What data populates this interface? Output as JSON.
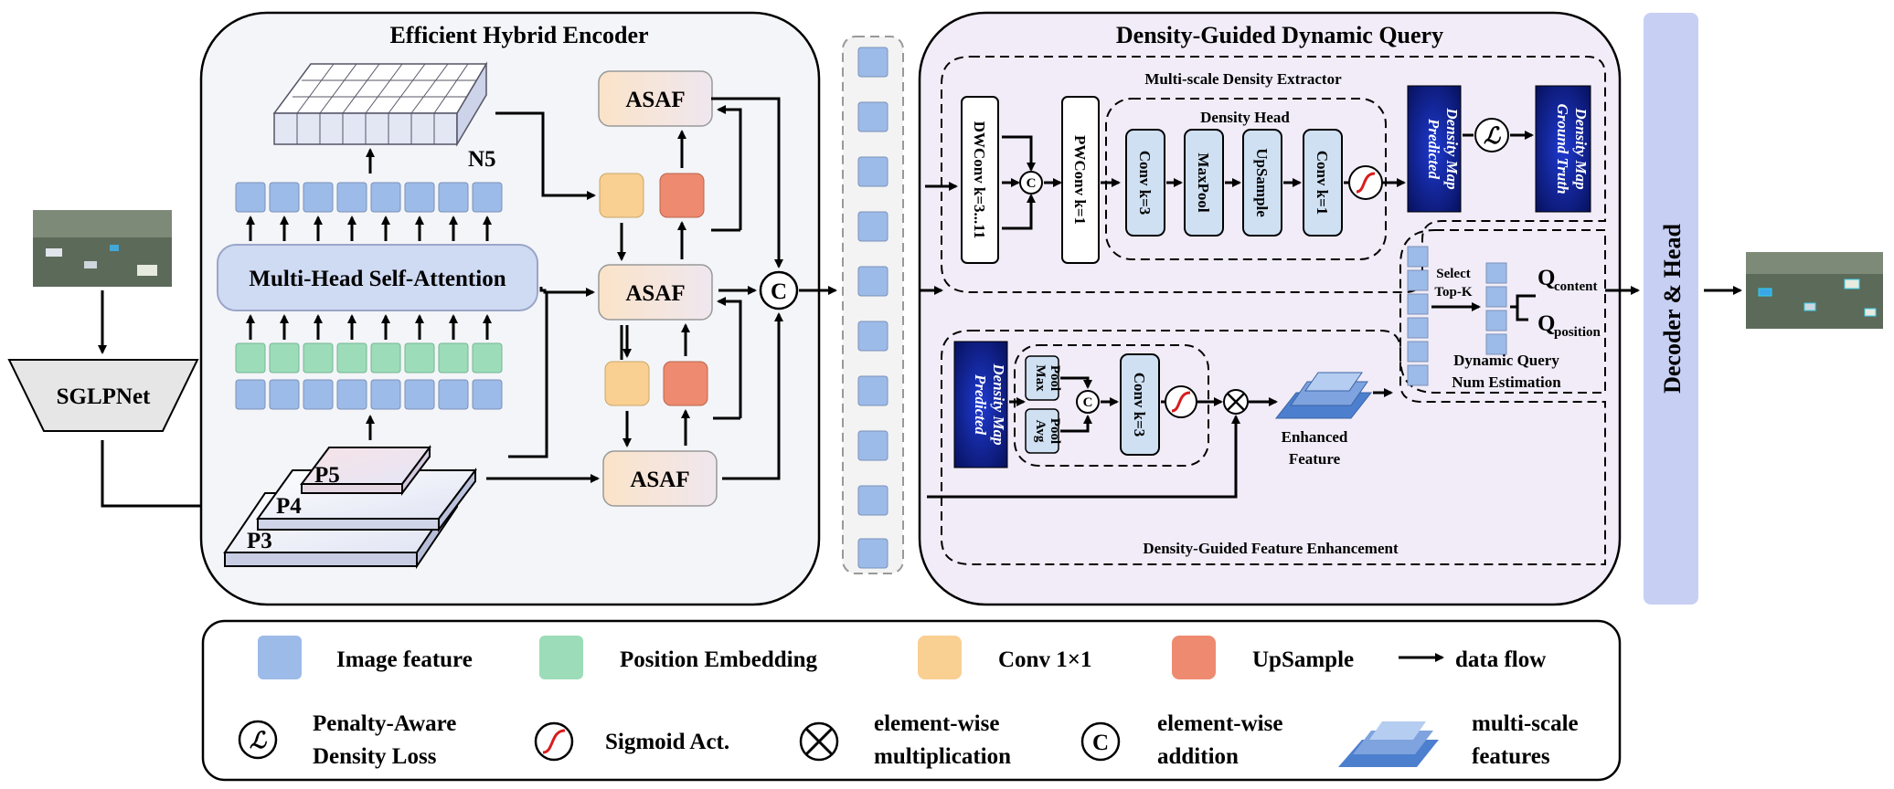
{
  "encoder": {
    "title": "Efficient Hybrid Encoder",
    "mhsa": "Multi-Head Self-Attention",
    "n5": "N5",
    "p5": "P5",
    "p4": "P4",
    "p3": "P3",
    "asaf": "ASAF"
  },
  "backbone": {
    "label": "SGLPNet"
  },
  "dgdq": {
    "title": "Density-Guided Dynamic Query",
    "msde_title": "Multi-scale Density Extractor",
    "dwconv": "DWConv k=3...11",
    "pwconv": "PWConv k=1",
    "density_head": "Density Head",
    "conv_k3": "Conv k=3",
    "maxpool": "MaxPool",
    "upsample": "UpSample",
    "conv_k1": "Conv k=1",
    "pred_density_l1": "Predicted",
    "pred_density_l2": "Density Map",
    "gt_density_l1": "Ground Truth",
    "gt_density_l2": "Density Map",
    "select_l1": "Select",
    "select_l2": "Top-K",
    "q_content": "Q",
    "q_content_sub": "content",
    "q_position": "Q",
    "q_position_sub": "position",
    "dqne_l1": "Dynamic Query",
    "dqne_l2": "Num Estimation",
    "max_pool_l1": "Max",
    "max_pool_l2": "Pool",
    "avg_pool_l1": "Avg",
    "avg_pool_l2": "Pool",
    "conv_k3_b": "Conv k=3",
    "enhanced_l1": "Enhanced",
    "enhanced_l2": "Feature",
    "dgfe_title": "Density-Guided Feature Enhancement"
  },
  "symbols": {
    "concat": "C",
    "loss": "ℒ",
    "mult": "⊗"
  },
  "decoder": {
    "label": "Decoder  &  Head"
  },
  "legend": {
    "image_feature": "Image feature",
    "position_embedding": "Position Embedding",
    "conv1x1": "Conv 1×1",
    "upsample": "UpSample",
    "data_flow": "data flow",
    "loss_l1": "Penalty-Aware",
    "loss_l2": "Density Loss",
    "sigmoid": "Sigmoid Act.",
    "mult_l1": "element-wise",
    "mult_l2": "multiplication",
    "add_l1": "element-wise",
    "add_l2": "addition",
    "ms_l1": "multi-scale",
    "ms_l2": "features"
  },
  "colors": {
    "image_feature": "#9dbbe8",
    "position_embedding": "#9ddcb8",
    "conv1x1": "#f9cf92",
    "upsample": "#ee8a6f",
    "encoder_bg": "#f4f5f8",
    "dgdq_bg": "#f1ecf7",
    "decoder_bg": "#c7cff3",
    "density_map": "#0b1a8c"
  }
}
